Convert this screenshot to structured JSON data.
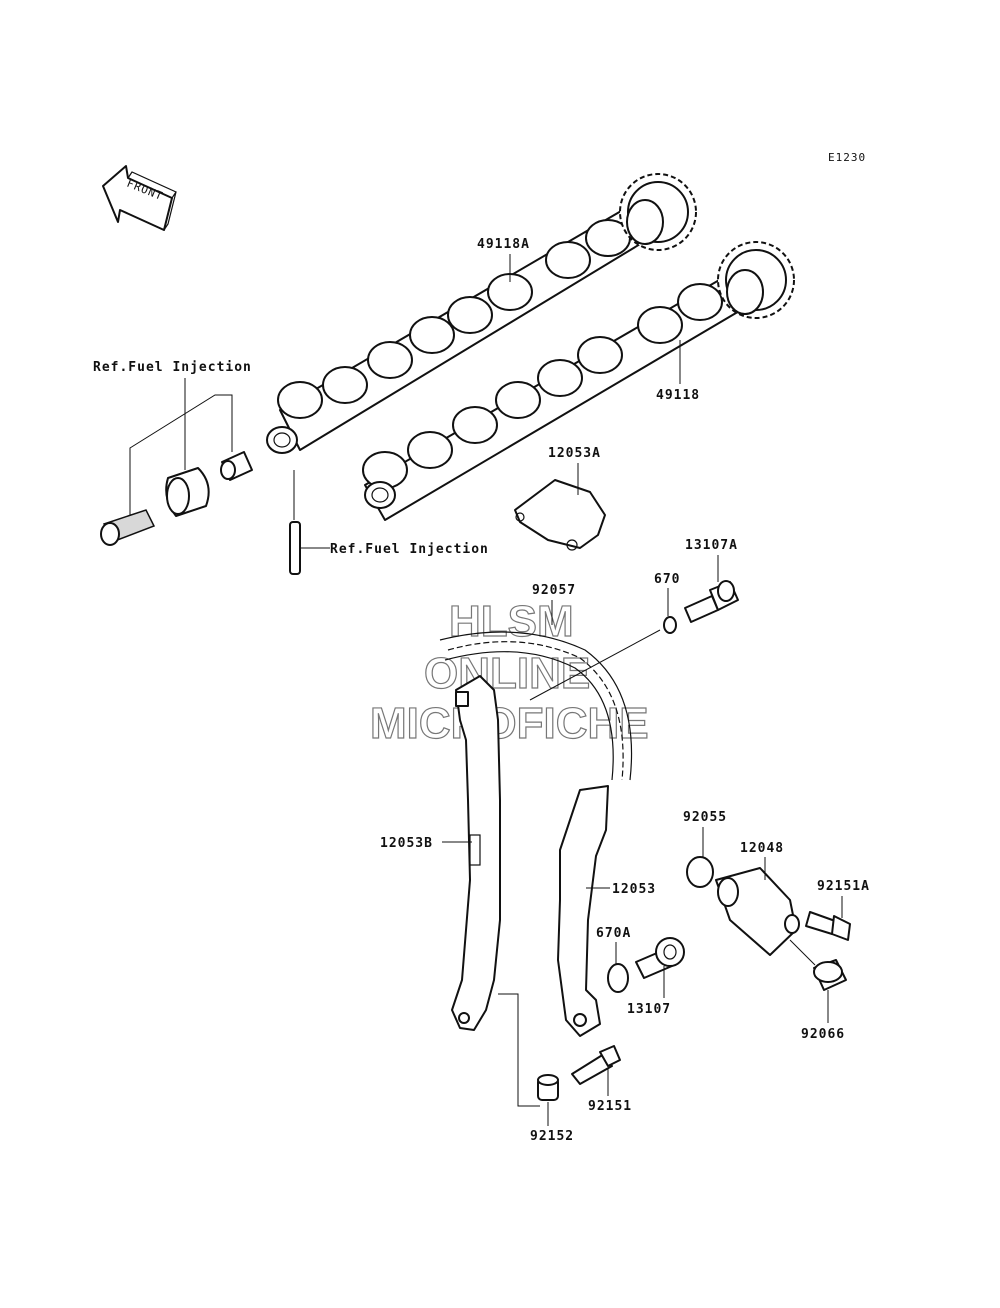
{
  "diagram_code": "E1230",
  "front_label": "FRONT",
  "watermark": {
    "line1": "HLSM",
    "line2": "ONLINE",
    "line3": "MICROFICHE"
  },
  "parts": {
    "camshaft_intake": "49118A",
    "camshaft_exhaust": "49118",
    "guide_upper": "12053A",
    "bolt_upper": "13107A",
    "oring_upper": "670",
    "chain": "92057",
    "guide_front": "12053B",
    "guide_rear": "12053",
    "oring_tensioner": "92055",
    "tensioner": "12048",
    "bolt_tensioner": "92151A",
    "oring_lower": "670A",
    "bolt_lower": "13107",
    "plug": "92066",
    "bolt_pivot": "92151",
    "collar": "92152"
  },
  "references": {
    "ref_upper": "Ref.Fuel Injection",
    "ref_lower": "Ref.Fuel Injection"
  }
}
